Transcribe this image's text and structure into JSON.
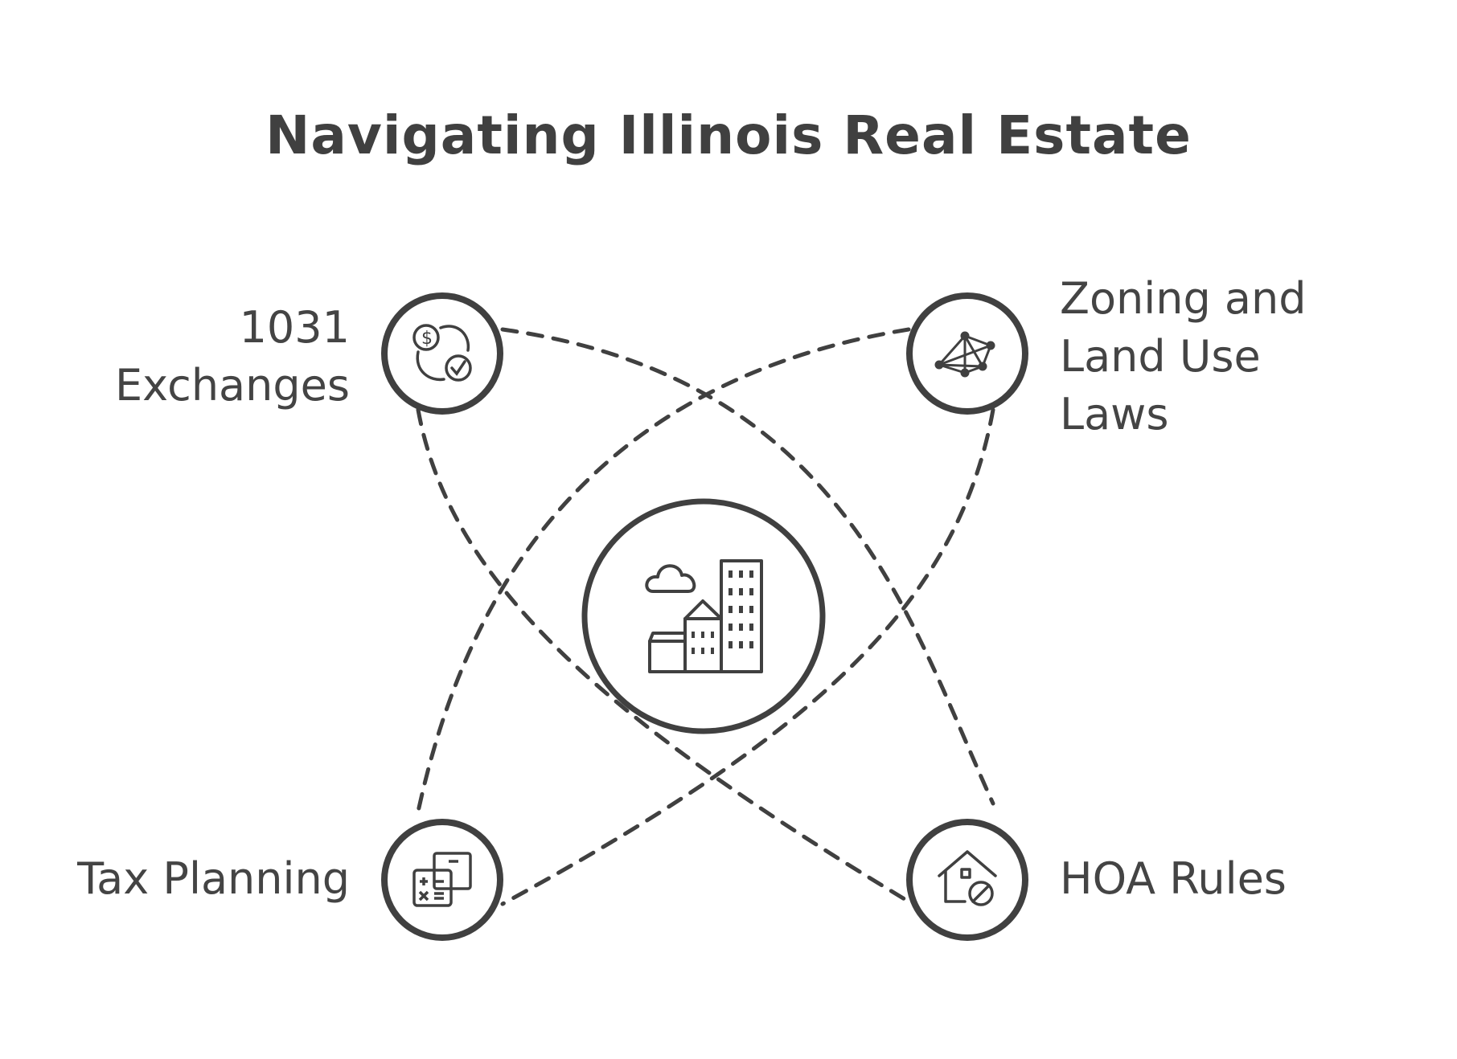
{
  "title": "Navigating Illinois Real Estate",
  "center": {
    "icon": "city-buildings-icon"
  },
  "nodes": {
    "top_left": {
      "label_lines": [
        "1031",
        "Exchanges"
      ],
      "icon": "money-exchange-icon"
    },
    "top_right": {
      "label_lines": [
        "Zoning and",
        "Land Use",
        "Laws"
      ],
      "icon": "network-map-icon"
    },
    "bottom_left": {
      "label_lines": [
        "Tax Planning"
      ],
      "icon": "calculator-icon"
    },
    "bottom_right": {
      "label_lines": [
        "HOA Rules"
      ],
      "icon": "house-restricted-icon"
    }
  },
  "colors": {
    "stroke": "#404040",
    "text": "#444444",
    "background": "#ffffff"
  }
}
